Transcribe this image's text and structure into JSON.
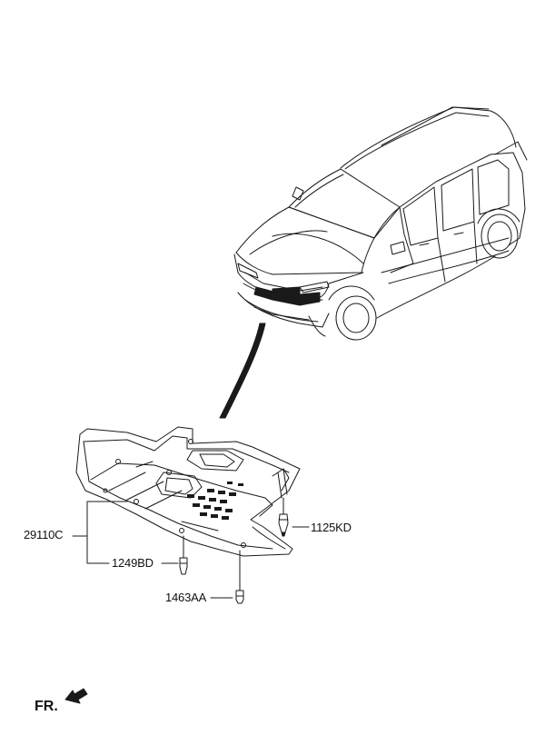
{
  "diagram": {
    "parts": [
      {
        "code": "29110C"
      },
      {
        "code": "1249BD"
      },
      {
        "code": "1463AA"
      },
      {
        "code": "1125KD"
      }
    ],
    "direction_label": "FR.",
    "stroke_color": "#1a1a1a"
  }
}
